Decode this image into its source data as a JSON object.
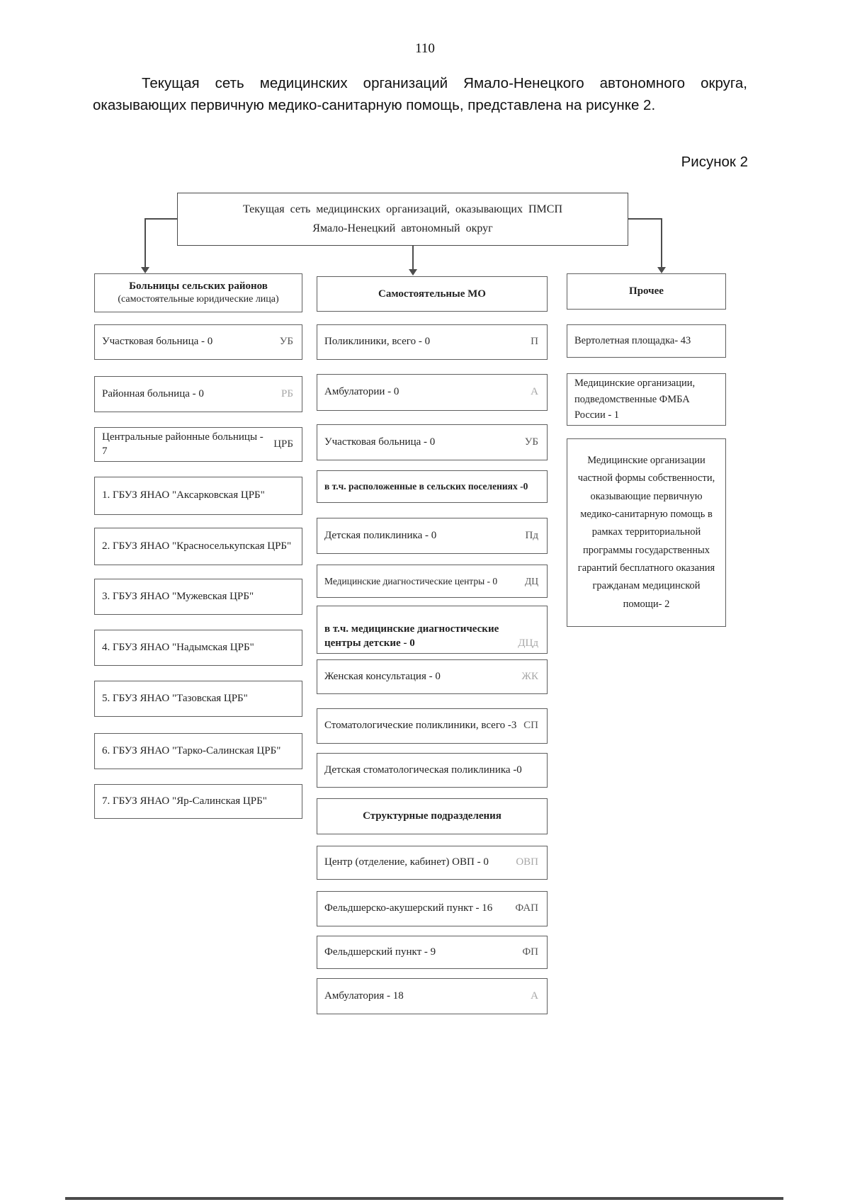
{
  "page": {
    "number": "110",
    "paragraph": "Текущая сеть медицинских организаций Ямало-Ненецкого автономного округа, оказывающих первичную медико-санитарную помощь, представлена на рисунке 2.",
    "figure_caption": "Рисунок 2"
  },
  "diagram": {
    "root_line1": "Текущая сеть медицинских организаций, оказывающих ПМСП",
    "root_line2": "Ямало-Ненецкий автономный округ",
    "left": {
      "header_title": "Больницы сельских районов",
      "header_subtitle": "(самостоятельные юридические лица)",
      "items": [
        {
          "label": "Участковая больница - 0",
          "abbr": "УБ"
        },
        {
          "label": "Районная больница - 0",
          "abbr": "РБ"
        },
        {
          "label": "Центральные районные больницы - 7",
          "abbr": "ЦРБ"
        },
        {
          "label": "1. ГБУЗ ЯНАО \"Аксарковская ЦРБ\""
        },
        {
          "label": "2. ГБУЗ ЯНАО \"Красноселькупская ЦРБ\""
        },
        {
          "label": "3. ГБУЗ ЯНАО \"Мужевская ЦРБ\""
        },
        {
          "label": "4. ГБУЗ ЯНАО \"Надымская ЦРБ\""
        },
        {
          "label": "5. ГБУЗ ЯНАО \"Тазовская ЦРБ\""
        },
        {
          "label": "6. ГБУЗ ЯНАО \"Тарко-Салинская ЦРБ\""
        },
        {
          "label": "7. ГБУЗ ЯНАО \"Яр-Салинская ЦРБ\""
        }
      ]
    },
    "middle": {
      "header_title": "Самостоятельные МО",
      "items": [
        {
          "label": "Поликлиники, всего - 0",
          "abbr": "П"
        },
        {
          "label": "Амбулатории - 0",
          "abbr": "А"
        },
        {
          "label": "Участковая больница - 0",
          "abbr": "УБ"
        },
        {
          "label": "в т.ч. расположенные в сельских поселениях -0"
        },
        {
          "label": "Детская поликлиника - 0",
          "abbr": "Пд"
        },
        {
          "label": "Медицинские диагностические центры - 0",
          "abbr": "ДЦ"
        },
        {
          "label": "в т.ч. медицинские диагностические центры детские - 0",
          "abbr": "ДЦд"
        },
        {
          "label": "Женская консультация - 0",
          "abbr": "ЖК"
        },
        {
          "label": "Стоматологические поликлиники, всего -3",
          "abbr": "СП"
        },
        {
          "label": "Детская стоматологическая поликлиника -0"
        }
      ],
      "subheader": "Структурные подразделения",
      "sub_items": [
        {
          "label": "Центр (отделение, кабинет) ОВП - 0",
          "abbr": "ОВП"
        },
        {
          "label": "Фельдшерско-акушерский пункт - 16",
          "abbr": "ФАП"
        },
        {
          "label": "Фельдшерский пункт - 9",
          "abbr": "ФП"
        },
        {
          "label": "Амбулатория - 18",
          "abbr": "А"
        }
      ]
    },
    "right": {
      "header_title": "Прочее",
      "items": [
        {
          "label": "Вертолетная площадка- 43"
        },
        {
          "label": "Медицинские организации, подведомственные ФМБА России - 1"
        },
        {
          "label": "Медицинские организации частной формы собственности, оказывающие первичную медико-санитарную помощь в рамках территориальной программы государственных гарантий бесплатного оказания гражданам медицинской помощи- 2"
        }
      ]
    }
  }
}
